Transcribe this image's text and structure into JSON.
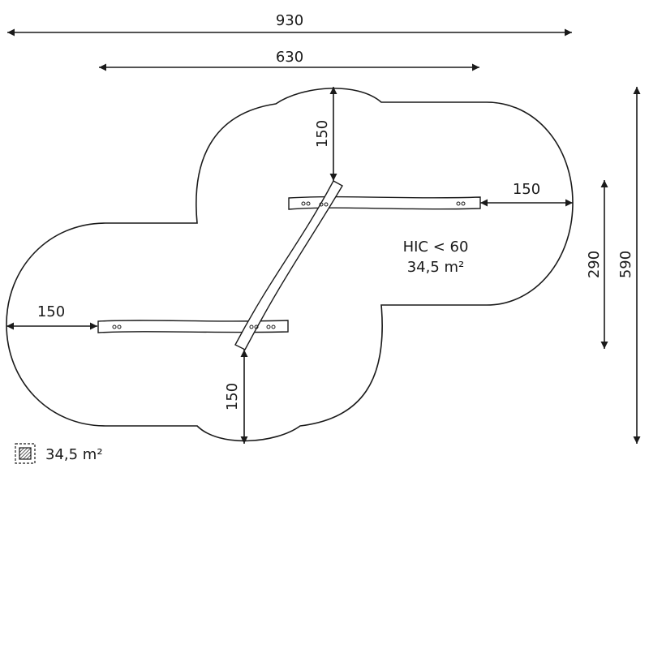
{
  "dimensions": {
    "overall_width": "930",
    "inner_width": "630",
    "top_clearance": "150",
    "right_clearance": "150",
    "left_clearance": "150",
    "bottom_clearance": "150",
    "inner_height": "290",
    "overall_height": "590"
  },
  "labels": {
    "hic": "HIC < 60",
    "area": "34,5 m²"
  },
  "legend": {
    "icon": "hatched-area-icon",
    "area": "34,5 m²"
  }
}
